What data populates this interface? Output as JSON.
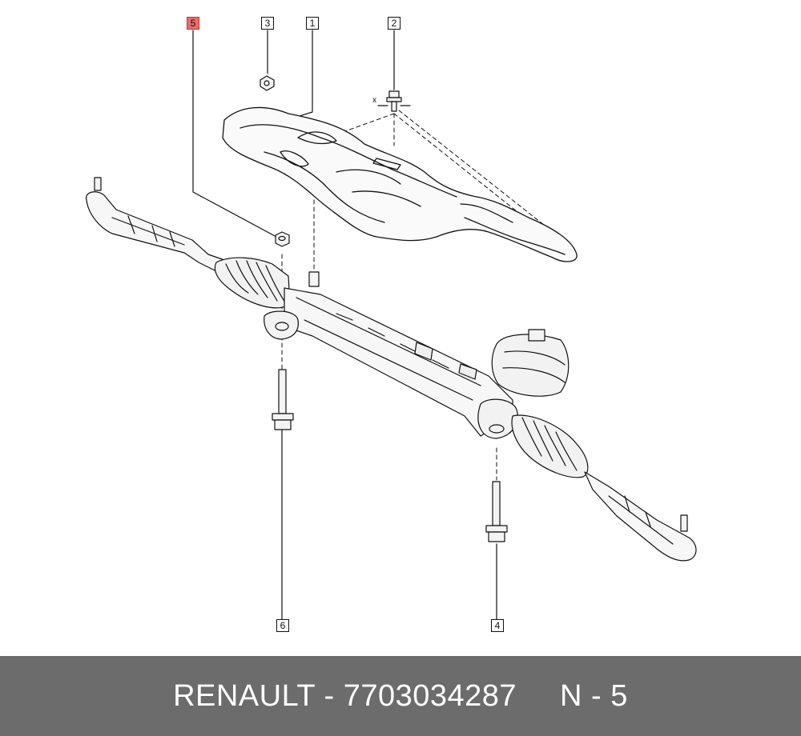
{
  "diagram": {
    "callouts": {
      "c1": "1",
      "c2": "2",
      "c3": "3",
      "c4": "4",
      "c5": "5",
      "c6": "6"
    },
    "x_marker": "x",
    "highlight_color": "#ee6b6b"
  },
  "footer": {
    "brand_part": "RENAULT - 7703034287",
    "ref": "N - 5",
    "background": "#6c6c6c"
  }
}
